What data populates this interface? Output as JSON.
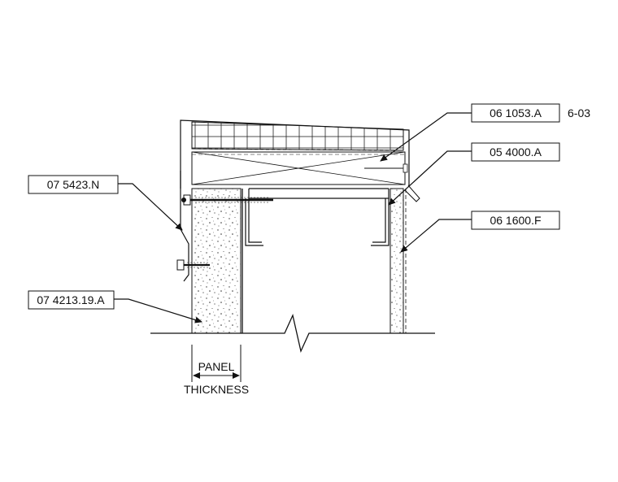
{
  "callouts": {
    "wood_blocking": "06 1053.A",
    "wood_blocking_ref": "6-03",
    "cold_formed_framing": "05 4000.A",
    "sheathing": "06 1600.F",
    "roof_membrane": "07 5423.N",
    "metal_panel": "07 4213.19.A"
  },
  "dimension": {
    "line1": "PANEL",
    "line2": "THICKNESS"
  },
  "colors": {
    "line": "#111111",
    "background": "#ffffff"
  }
}
